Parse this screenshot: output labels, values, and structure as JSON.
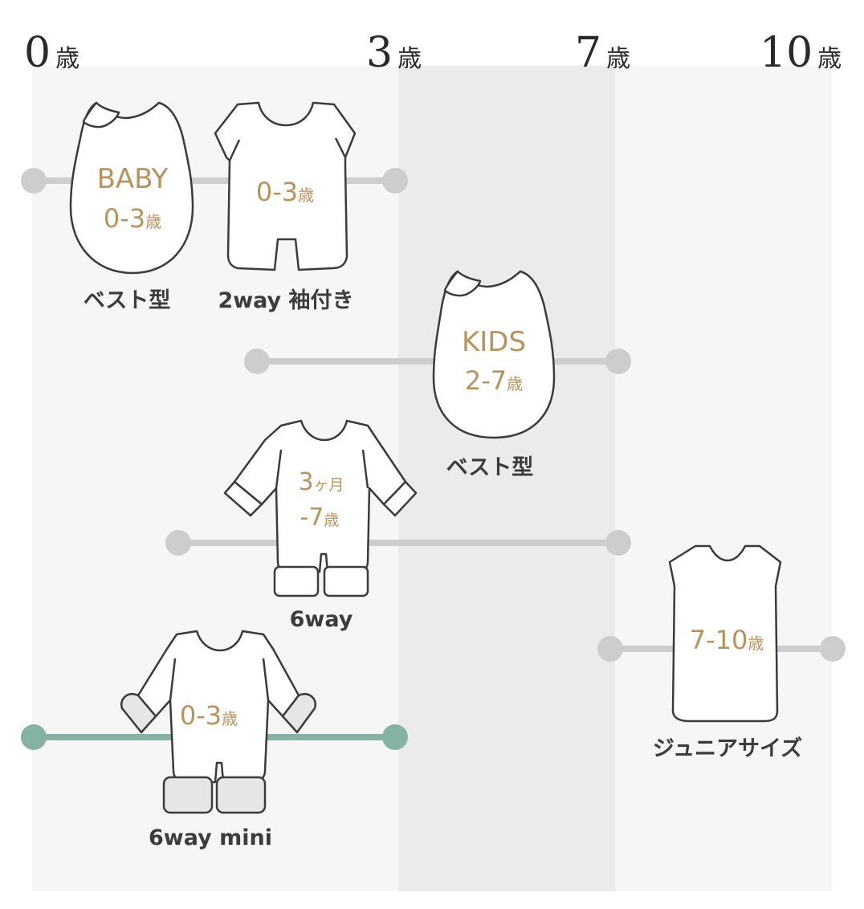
{
  "age_axis": [
    {
      "num": "0",
      "unit": "歳"
    },
    {
      "num": "3",
      "unit": "歳"
    },
    {
      "num": "7",
      "unit": "歳"
    },
    {
      "num": "10",
      "unit": "歳"
    }
  ],
  "colors": {
    "band_light": "#f6f6f7",
    "band_dark": "#ebebec",
    "line_gray": "#cdcdcf",
    "line_teal": "#86b2a5",
    "label_gold": "#b8935d",
    "outline": "#3b3b3b",
    "cuff_gray": "#e6e6e6"
  },
  "products": {
    "baby_vest": {
      "line1": "BABY",
      "line2_num": "0-3",
      "line2_unit": "歳",
      "name": "ベスト型"
    },
    "twoway": {
      "line1_num": "0-3",
      "line1_unit": "歳",
      "name": "2way 袖付き"
    },
    "kids_vest": {
      "line1": "KIDS",
      "line2_num": "2-7",
      "line2_unit": "歳",
      "name": "ベスト型"
    },
    "sixway": {
      "line1_num": "3",
      "line1_unit": "ヶ月",
      "line2_num": "-7",
      "line2_unit": "歳",
      "name": "6way"
    },
    "junior": {
      "line1_num": "7-10",
      "line1_unit": "歳",
      "name": "ジュニアサイズ"
    },
    "sixway_mini": {
      "line1_num": "0-3",
      "line1_unit": "歳",
      "name": "6way mini"
    }
  }
}
